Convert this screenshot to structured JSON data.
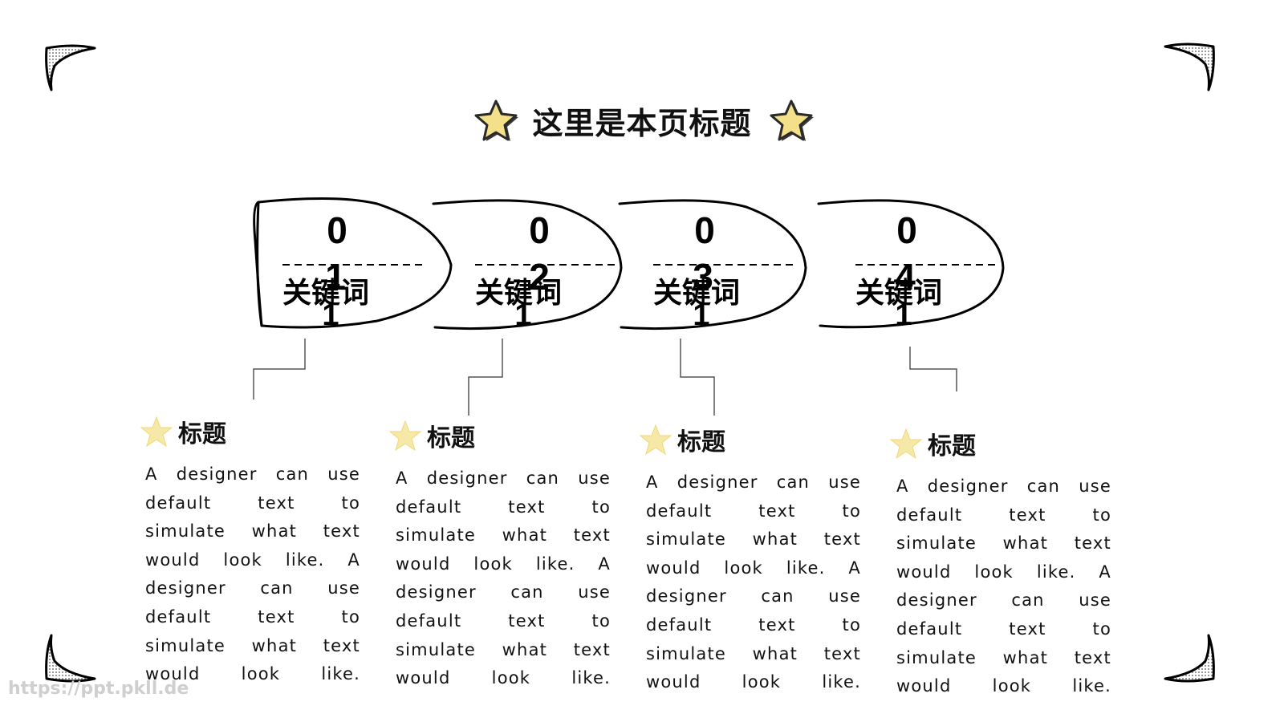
{
  "title": "这里是本页标题",
  "steps": [
    {
      "number": "0",
      "keyword": "关键词",
      "keyword_num": "1",
      "overlay": "1"
    },
    {
      "number": "0",
      "keyword": "关键词",
      "keyword_num": "1",
      "overlay": "2"
    },
    {
      "number": "0",
      "keyword": "关键词",
      "keyword_num": "1",
      "overlay": "3"
    },
    {
      "number": "0",
      "keyword": "关键词",
      "keyword_num": "1",
      "overlay": "4"
    }
  ],
  "cards": [
    {
      "title": "标题",
      "text": "A designer can use default text to simulate what text would look like. A designer can use default text to simulate what text would look like."
    },
    {
      "title": "标题",
      "text": "A designer can use default text to simulate what text would look like. A designer can use default text to simulate what text would look like."
    },
    {
      "title": "标题",
      "text": "A designer can use default text to simulate what text would look like. A designer can use default text to simulate what text would look like."
    },
    {
      "title": "标题",
      "text": "A designer can use default text to simulate what text would look like. A designer can use default text to simulate what text would look like."
    }
  ],
  "watermark": "https://ppt.pkll.de",
  "colors": {
    "star_fill": "#f5e08a",
    "star_stroke": "#2a2a2a",
    "line": "#000000"
  },
  "icons": [
    "star-icon",
    "corner-bracket-icon"
  ]
}
